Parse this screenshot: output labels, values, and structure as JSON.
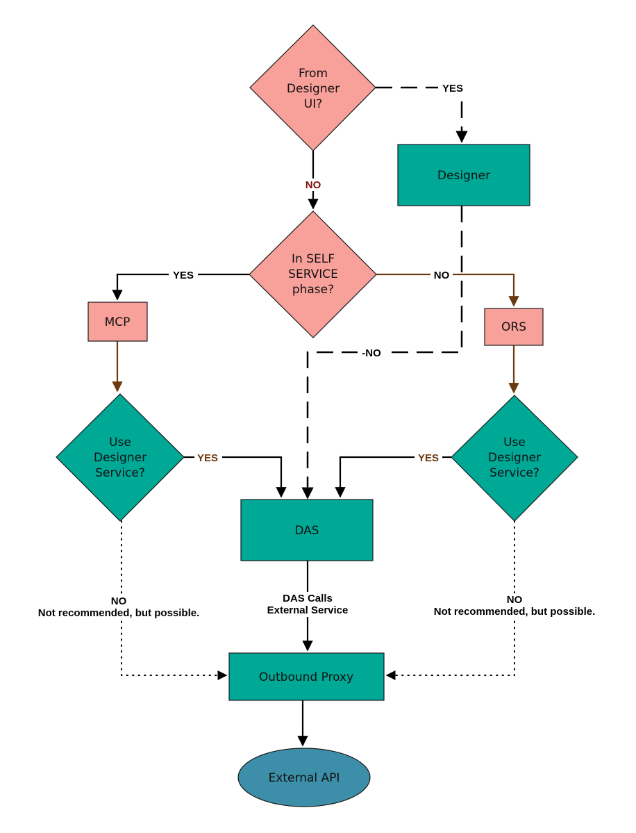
{
  "colors": {
    "decision_pink": "#f8a09a",
    "process_teal": "#00a896",
    "pink_box": "#f8a09a",
    "ellipse_blue": "#3d8ea8",
    "brown_line": "#6b3a0e",
    "no_label_dark_red": "#7a1010"
  },
  "nodes": {
    "from_designer": [
      "From",
      "Designer",
      "UI?"
    ],
    "designer": "Designer",
    "self_service": [
      "In SELF",
      "SERVICE",
      "phase?"
    ],
    "mcp": "MCP",
    "ors": "ORS",
    "use_designer_left": [
      "Use",
      "Designer",
      "Service?"
    ],
    "use_designer_right": [
      "Use",
      "Designer",
      "Service?"
    ],
    "das": "DAS",
    "outbound_proxy": "Outbound Proxy",
    "external_api": "External API"
  },
  "edges": {
    "from_designer_yes": "YES",
    "from_designer_no": "NO",
    "self_service_yes": "YES",
    "self_service_no": "NO",
    "designer_no": "-NO",
    "left_yes": "YES",
    "right_yes": "YES",
    "das_calls": [
      "DAS Calls",
      "External Service"
    ],
    "left_no": [
      "NO",
      "Not recommended, but possible."
    ],
    "right_no": [
      "NO",
      "Not recommended, but possible."
    ]
  }
}
